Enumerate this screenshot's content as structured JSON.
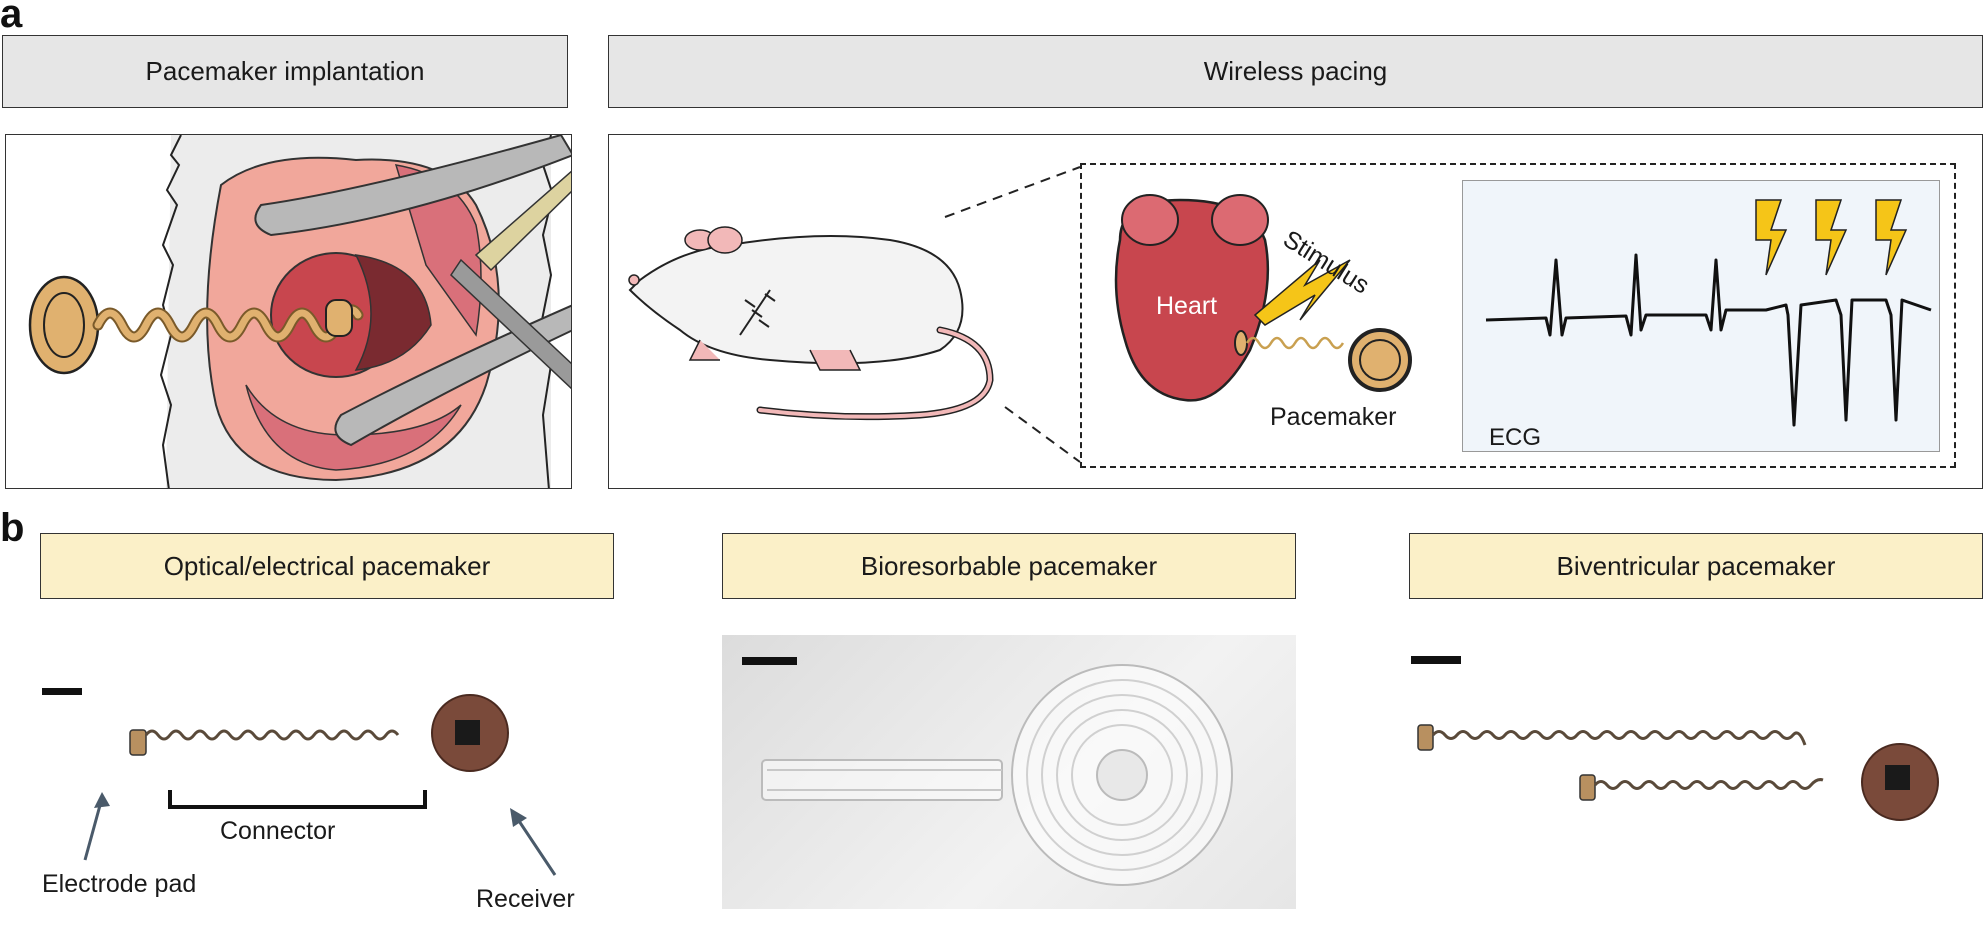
{
  "panel_a": {
    "letter": "a",
    "left_title": "Pacemaker implantation",
    "right_title": "Wireless pacing",
    "labels": {
      "heart": "Heart",
      "stimulus": "Stimulus",
      "pacemaker": "Pacemaker",
      "ecg": "ECG"
    }
  },
  "panel_b": {
    "letter": "b",
    "titles": [
      "Optical/electrical pacemaker",
      "Bioresorbable pacemaker",
      "Biventricular pacemaker"
    ],
    "labels": {
      "connector": "Connector",
      "electrode_pad": "Electrode pad",
      "receiver": "Receiver"
    }
  },
  "colors": {
    "gray_header": "#e6e6e6",
    "yellow_header": "#fbf0c8",
    "heart_red": "#c8464e",
    "lightning": "#f5c518",
    "device_tan": "#e0b16f",
    "ecg_bg": "#f0f5fa"
  }
}
